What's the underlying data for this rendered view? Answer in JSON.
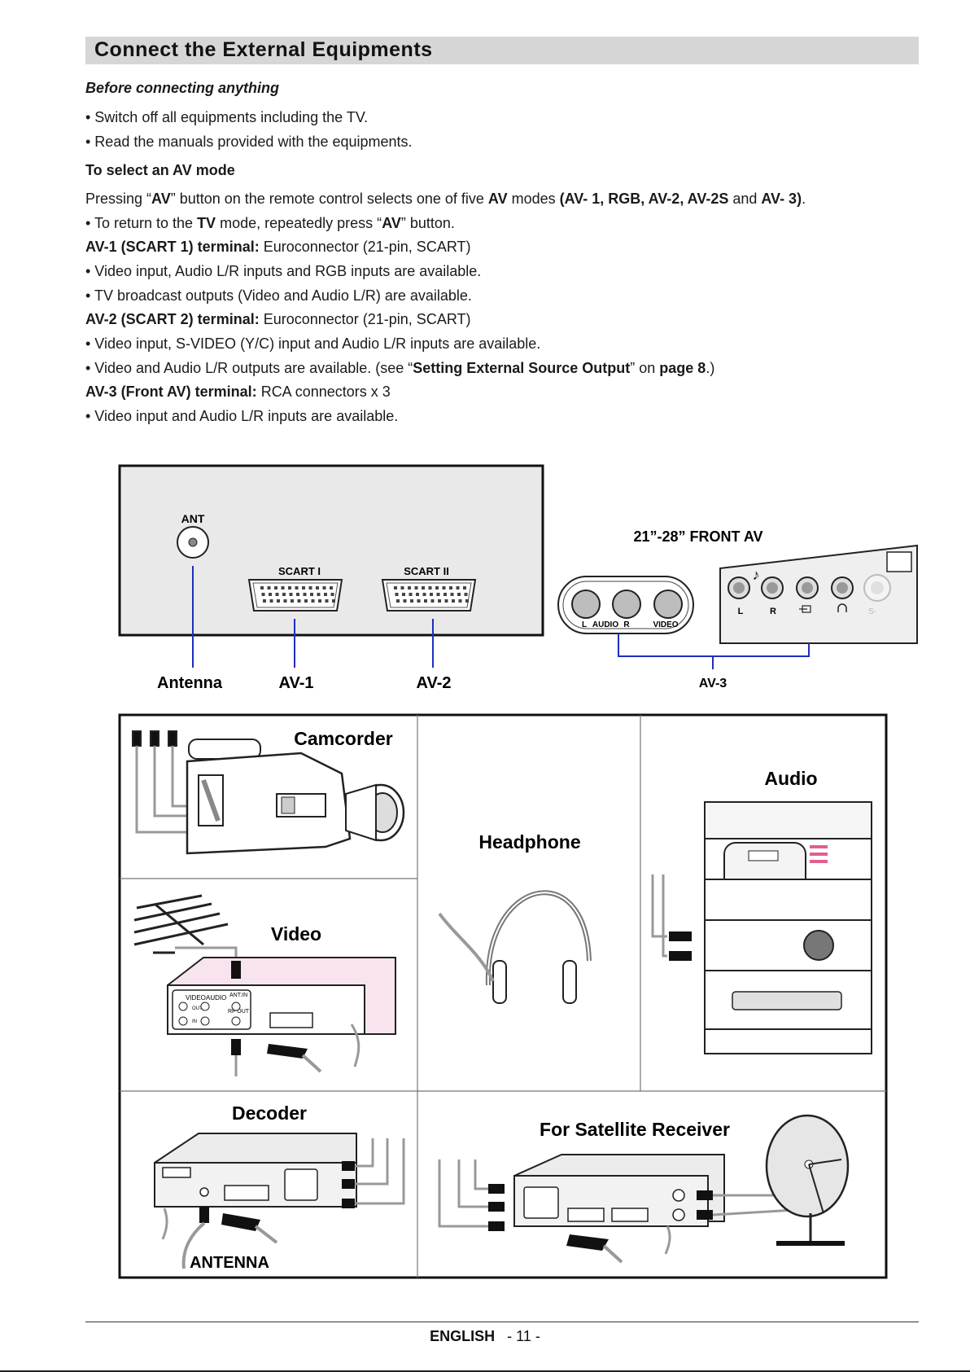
{
  "page_title": "Connect the External Equipments",
  "before": {
    "heading": "Before connecting anything",
    "bullet1": "• Switch off all equipments including the TV.",
    "bullet2": "• Read the manuals provided with the equipments."
  },
  "av_mode": {
    "heading": "To select an AV mode",
    "line1_a": "Pressing “",
    "line1_b": "AV",
    "line1_c": "” button on the remote control selects one of five ",
    "line1_d": "AV",
    "line1_e": " modes ",
    "line1_f": "(AV- 1, RGB, AV-2, AV-2S",
    "line1_g": " and ",
    "line1_h": "AV- 3)",
    "line1_i": ".",
    "line2_a": "• To return to the ",
    "line2_b": "TV",
    "line2_c": " mode, repeatedly press “",
    "line2_d": "AV",
    "line2_e": "” button.",
    "av1_label": "AV-1 (SCART 1) terminal:",
    "av1_desc": " Euroconnector (21-pin, SCART)",
    "av1_b1": "• Video input, Audio L/R inputs and RGB inputs are available.",
    "av1_b2": "• TV broadcast outputs (Video and Audio L/R) are available.",
    "av2_label": "AV-2 (SCART 2) terminal:",
    "av2_desc": " Euroconnector (21-pin, SCART)",
    "av2_b1": "• Video input, S-VIDEO (Y/C) input and Audio L/R inputs are available.",
    "av2_b2_a": "• Video and Audio L/R outputs are available. (see “",
    "av2_b2_b": "Setting External Source Output",
    "av2_b2_c": "” on ",
    "av2_b2_d": "page 8",
    "av2_b2_e": ".)",
    "av3_label": "AV-3 (Front AV) terminal:",
    "av3_desc": " RCA connectors x 3",
    "av3_b1": "• Video input and Audio L/R inputs are available."
  },
  "panel": {
    "ant": "ANT",
    "scart1": "SCART I",
    "scart2": "SCART II",
    "front_av": "21”-28”   FRONT AV",
    "audio_l": "L",
    "audio_text": "AUDIO",
    "audio_r": "R",
    "video": "VIDEO",
    "front_l": "L",
    "front_r": "R",
    "front_s": "S-",
    "label_antenna": "Antenna",
    "label_av1": "AV-1",
    "label_av2": "AV-2",
    "label_av3": "AV-3"
  },
  "devices": {
    "camcorder": "Camcorder",
    "headphone": "Headphone",
    "audio": "Audio",
    "video": "Video",
    "decoder": "Decoder",
    "satellite": "For Satellite Receiver",
    "antenna": "ANTENNA",
    "vcr_video": "VIDEO",
    "vcr_audio": "AUDIO",
    "vcr_out": "OUT",
    "vcr_in": "IN",
    "vcr_antin": "ANT.IN",
    "vcr_rfout": "RF OUT"
  },
  "footer": {
    "lang": "ENGLISH",
    "page": "   - 11 -"
  }
}
